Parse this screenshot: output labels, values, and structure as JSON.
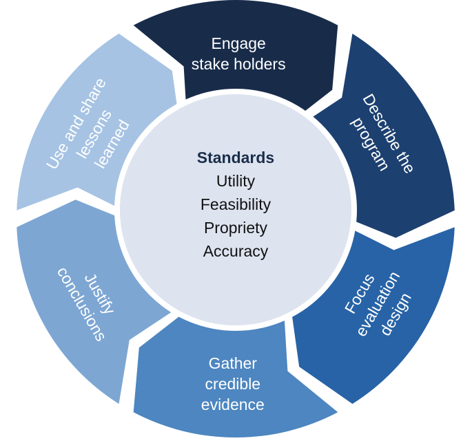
{
  "center": {
    "title": "Standards",
    "items": [
      "Utility",
      "Feasibility",
      "Propriety",
      "Accuracy"
    ]
  },
  "steps": [
    {
      "lines": [
        "Engage",
        "stake holders"
      ],
      "color": "#182c4a"
    },
    {
      "lines": [
        "Describe the",
        "program"
      ],
      "color": "#1c4070"
    },
    {
      "lines": [
        "Focus",
        "evaluation",
        "design"
      ],
      "color": "#2763a6"
    },
    {
      "lines": [
        "Gather",
        "credible",
        "evidence"
      ],
      "color": "#4d86c0"
    },
    {
      "lines": [
        "Justify",
        "conclusions"
      ],
      "color": "#7da6d3"
    },
    {
      "lines": [
        "Use and share",
        "lessons",
        "learned"
      ],
      "color": "#a6c3e3"
    }
  ],
  "colors": {
    "center_fill": "#dde3ef",
    "center_stroke": "#ffffff"
  }
}
